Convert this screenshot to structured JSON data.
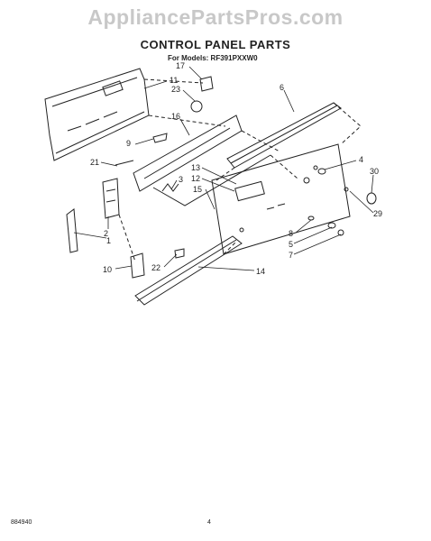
{
  "watermark": "AppliancePartsPros.com",
  "title": "CONTROL PANEL PARTS",
  "subtitle": "For Models: RF391PXXW0",
  "callouts": [
    "17",
    "11",
    "23",
    "6",
    "16",
    "9",
    "21",
    "13",
    "12",
    "15",
    "4",
    "30",
    "29",
    "3",
    "2",
    "1",
    "8",
    "5",
    "7",
    "10",
    "22",
    "14"
  ],
  "footer": {
    "code": "884940",
    "page": "4"
  },
  "colors": {
    "line": "#222222",
    "watermark": "#c8c8c8"
  }
}
